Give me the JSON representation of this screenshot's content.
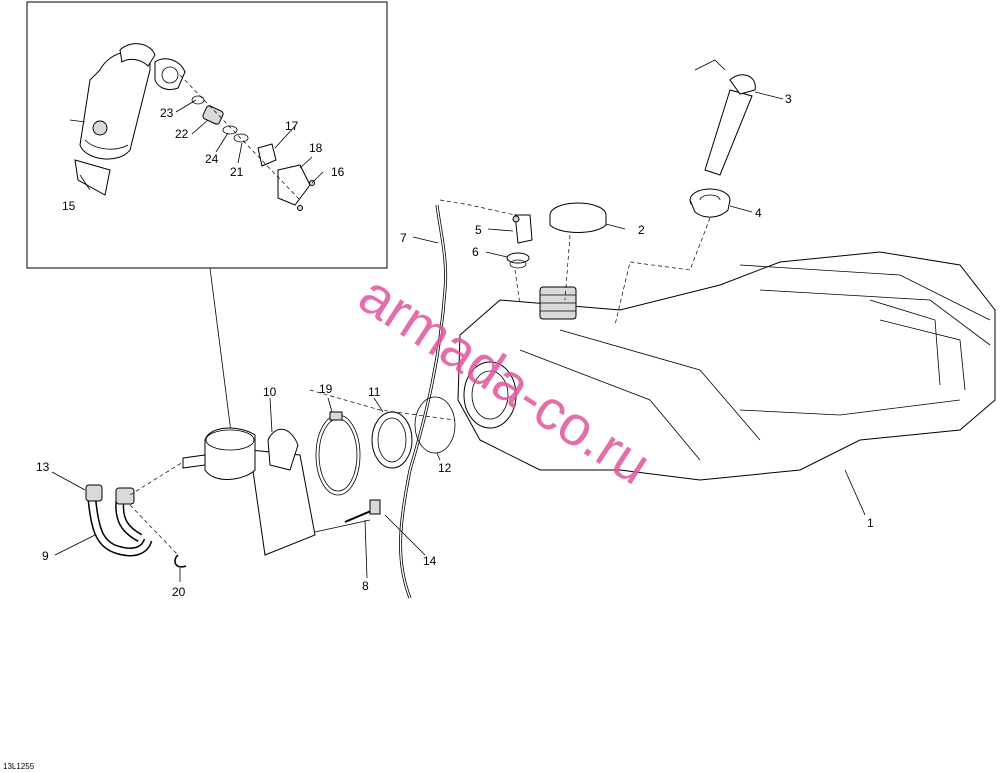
{
  "diagram": {
    "reference_code": "13L1255",
    "watermark": "armada-co.ru",
    "callouts": [
      "1",
      "2",
      "3",
      "4",
      "5",
      "6",
      "7",
      "8",
      "9",
      "10",
      "11",
      "12",
      "13",
      "14",
      "15",
      "16",
      "17",
      "18",
      "19",
      "20",
      "21",
      "22",
      "23",
      "24"
    ]
  }
}
